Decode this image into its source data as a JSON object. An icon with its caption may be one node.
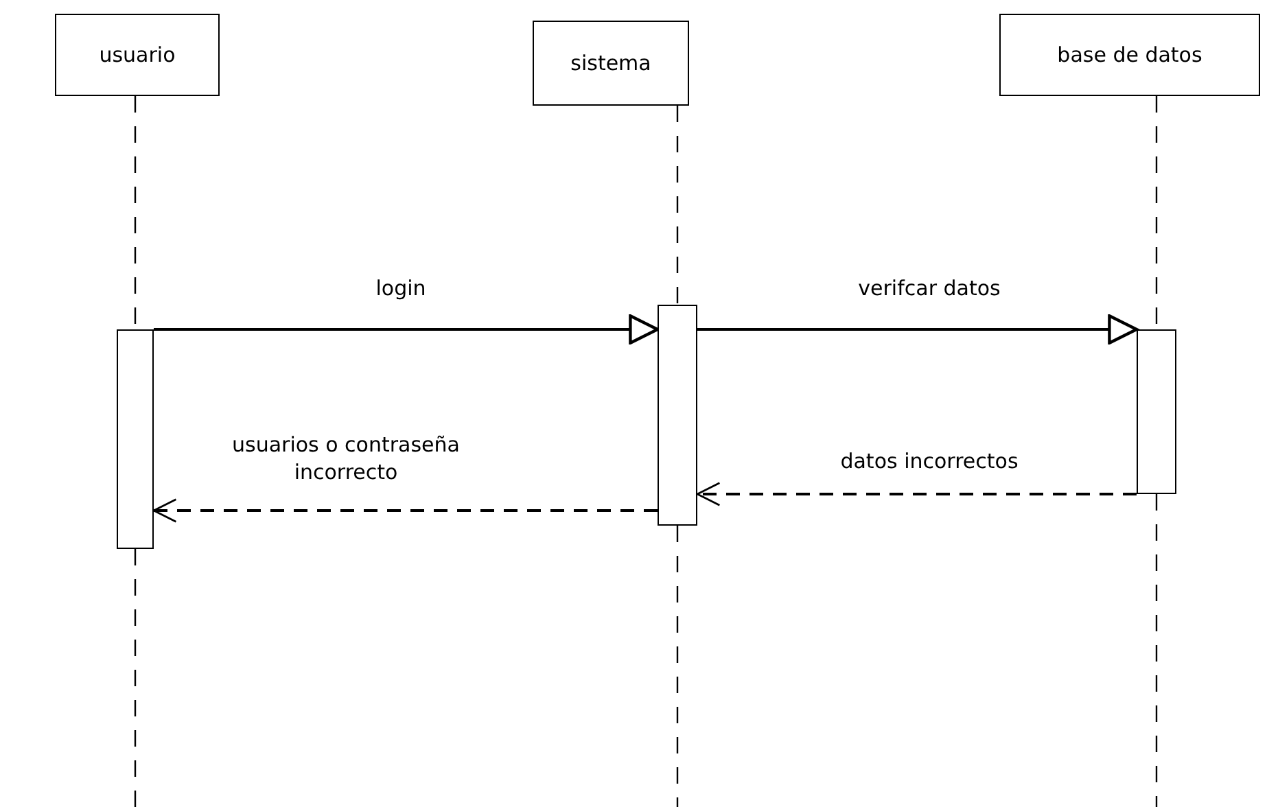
{
  "diagram": {
    "nodes": [
      {
        "text": [
          "usuario"
        ]
      },
      {
        "text": [
          "sistema"
        ]
      },
      {
        "text": [
          "base de datos"
        ]
      },
      {
        "text": [],
        "shape": "bar"
      },
      {
        "text": [],
        "shape": "bar"
      },
      {
        "text": [],
        "shape": "bar"
      }
    ],
    "edges": [
      {
        "from": 0,
        "to": 3,
        "arrow": "none",
        "style": "dashed"
      },
      {
        "from": 3,
        "to": null,
        "arrow": "none",
        "style": "dashed"
      },
      {
        "from": 1,
        "to": 4,
        "arrow": "none",
        "style": "dashed"
      },
      {
        "from": 4,
        "to": null,
        "arrow": "none",
        "style": "dashed"
      },
      {
        "from": 2,
        "to": 5,
        "arrow": "none",
        "style": "dashed"
      },
      {
        "from": 5,
        "to": null,
        "arrow": "none",
        "style": "dashed"
      },
      {
        "from": 3,
        "to": 4,
        "arrow": "to",
        "label": "login"
      },
      {
        "from": 4,
        "to": 5,
        "arrow": "to",
        "label": "verifcar datos"
      },
      {
        "from": 5,
        "to": 4,
        "arrow": "to",
        "label": "datos incorrectos",
        "style": "dashed"
      },
      {
        "from": 4,
        "to": 3,
        "arrow": "to",
        "label": "usuarios o contraseña incorrecto",
        "style": "dashed"
      }
    ]
  }
}
